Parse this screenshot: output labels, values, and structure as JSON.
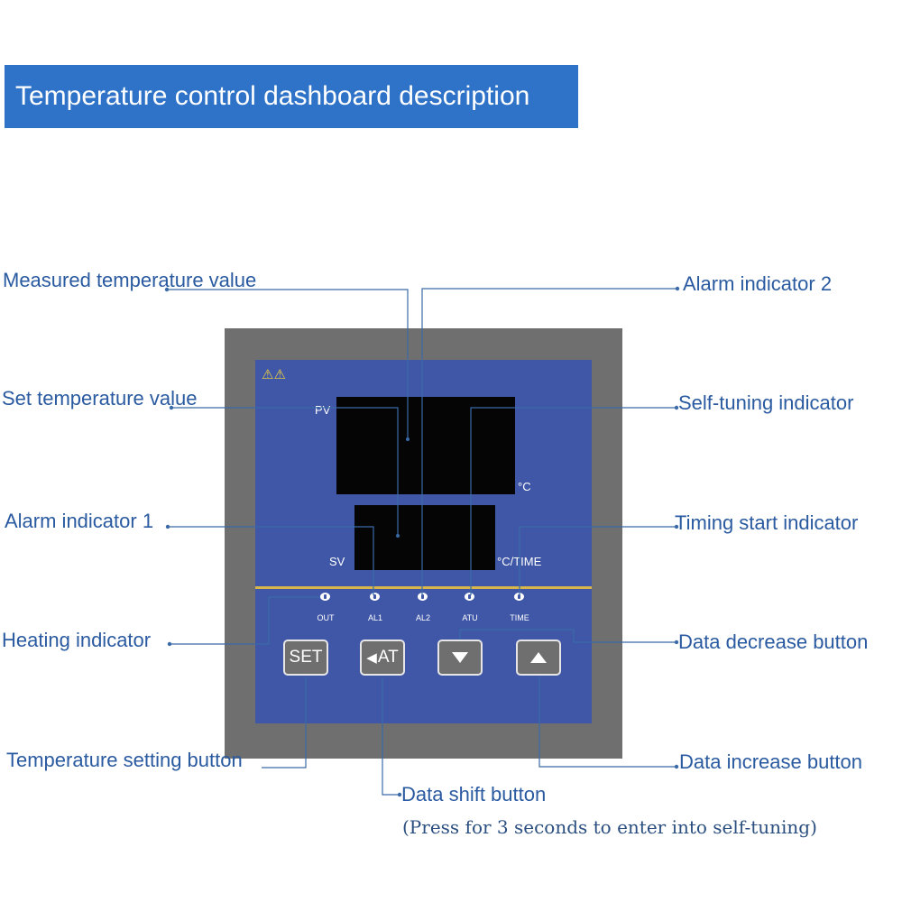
{
  "header": {
    "title": "Temperature control dashboard description"
  },
  "callouts": {
    "measured_temperature": "Measured temperature value",
    "alarm_indicator_2": "Alarm indicator 2",
    "set_temperature": "Set temperature value",
    "self_tuning_indicator": "Self-tuning indicator",
    "alarm_indicator_1": "Alarm indicator 1",
    "timing_start_indicator": "Timing start indicator",
    "heating_indicator": "Heating indicator",
    "data_decrease_button": "Data decrease button",
    "temperature_setting_button": "Temperature setting button",
    "data_increase_button": "Data increase button",
    "data_shift_button": "Data shift button",
    "self_tuning_note": "(Press for 3 seconds to enter into self-tuning)"
  },
  "panel": {
    "warning_symbols": "⚠⚠",
    "pv_label": "PV",
    "pv_unit": "°C",
    "sv_label": "SV",
    "sv_unit": "°C/TIME",
    "indicators": [
      {
        "label": "OUT"
      },
      {
        "label": "AL1"
      },
      {
        "label": "AL2"
      },
      {
        "label": "ATU"
      },
      {
        "label": "TIME"
      }
    ],
    "buttons": {
      "set": "SET",
      "at": "AT",
      "left_arrow": "◀"
    }
  },
  "colors": {
    "banner": "#2f73c9",
    "callout_text": "#2a5aa0",
    "frame": "#6f6f6f",
    "panel": "#3f57a6",
    "display": "#050505",
    "accent_line": "#d9b64a",
    "leader_line": "#3a6aa8"
  }
}
